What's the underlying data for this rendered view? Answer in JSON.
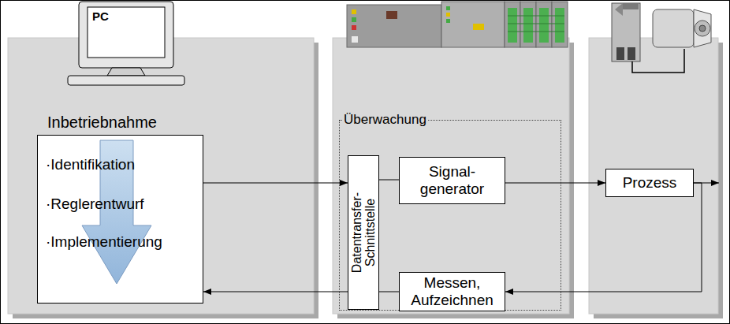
{
  "diagram": {
    "nodes": [
      {
        "text": [
          "Inbetriebnahme",
          "·Identifikation",
          "·Reglerentwurf",
          "·Implementierung"
        ]
      },
      {
        "text": [
          "Überwachung"
        ]
      },
      {
        "text": [
          "Datentransfer- Schnittstelle"
        ],
        "in": 1
      },
      {
        "text": [
          "Signal- generator"
        ],
        "in": 1
      },
      {
        "text": [
          "Messen, Aufzeichnen"
        ],
        "in": 1
      },
      {
        "text": [
          "Prozess"
        ]
      }
    ],
    "edges": [
      {
        "from": 0,
        "to": 2,
        "arrow": "to"
      },
      {
        "from": 2,
        "to": 3,
        "arrow": "none"
      },
      {
        "from": 3,
        "to": 5,
        "arrow": "to"
      },
      {
        "from": 5,
        "to": 4,
        "arrow": "to"
      },
      {
        "from": 4,
        "to": 2,
        "arrow": "none"
      },
      {
        "from": 2,
        "to": 0,
        "arrow": "to"
      }
    ],
    "labels": [
      "PC"
    ]
  }
}
